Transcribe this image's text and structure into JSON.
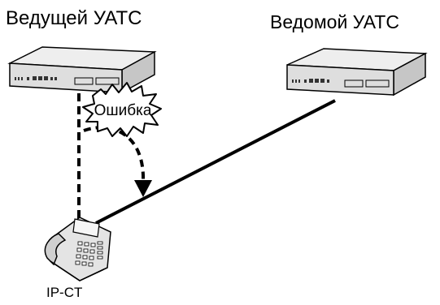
{
  "labels": {
    "master_pbx": "Ведущей УАТС",
    "slave_pbx": "Ведомой УАТС",
    "error": "Ошибка",
    "phone": "IP-CT"
  },
  "colors": {
    "line": "#000000",
    "device_body": "#d9d9d9",
    "device_top": "#eeeeee",
    "device_front": "#c6c6c6",
    "background": "#ffffff"
  },
  "icons": {
    "master_pbx": "pbx-unit-icon",
    "slave_pbx": "pbx-unit-icon",
    "phone": "ip-telephone-icon",
    "error": "error-burst-icon"
  }
}
